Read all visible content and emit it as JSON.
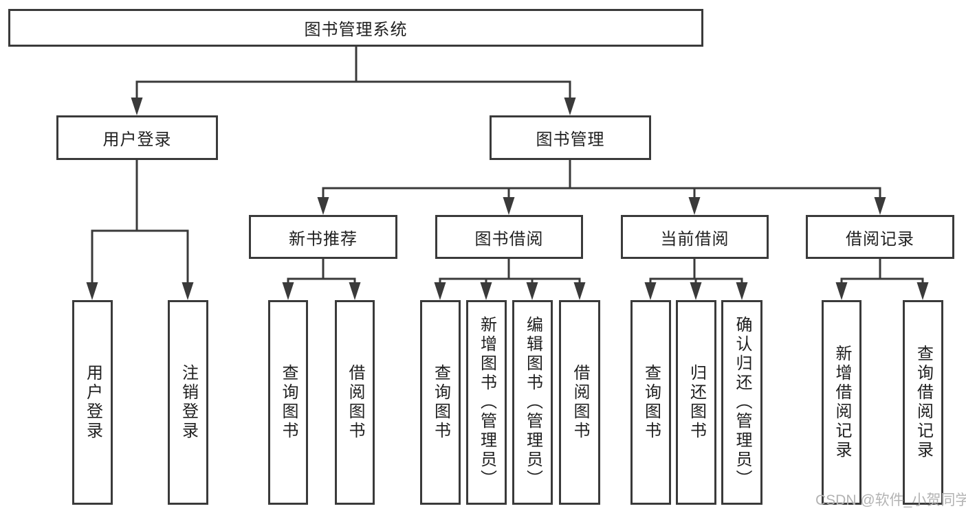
{
  "page": {
    "background_color": "#ffffff",
    "line_color": "#3a3a3a",
    "text_color": "#1f1f1f"
  },
  "diagram": {
    "root": {
      "label": "图书管理系统"
    },
    "branches": [
      {
        "label": "用户登录",
        "leaves": [
          "用户登录",
          "注销登录"
        ]
      },
      {
        "label": "图书管理",
        "groups": [
          {
            "label": "新书推荐",
            "leaves": [
              "查询图书",
              "借阅图书"
            ]
          },
          {
            "label": "图书借阅",
            "leaves": [
              "查询图书",
              "新增图书（管理员）",
              "编辑图书（管理员）",
              "借阅图书"
            ]
          },
          {
            "label": "当前借阅",
            "leaves": [
              "查询图书",
              "归还图书",
              "确认归还（管理员）"
            ]
          },
          {
            "label": "借阅记录",
            "leaves": [
              "新增借阅记录",
              "查询借阅记录"
            ]
          }
        ]
      }
    ]
  },
  "watermark": {
    "text": "CSDN @软件_小贺同学",
    "color": "#b3b3b3"
  }
}
